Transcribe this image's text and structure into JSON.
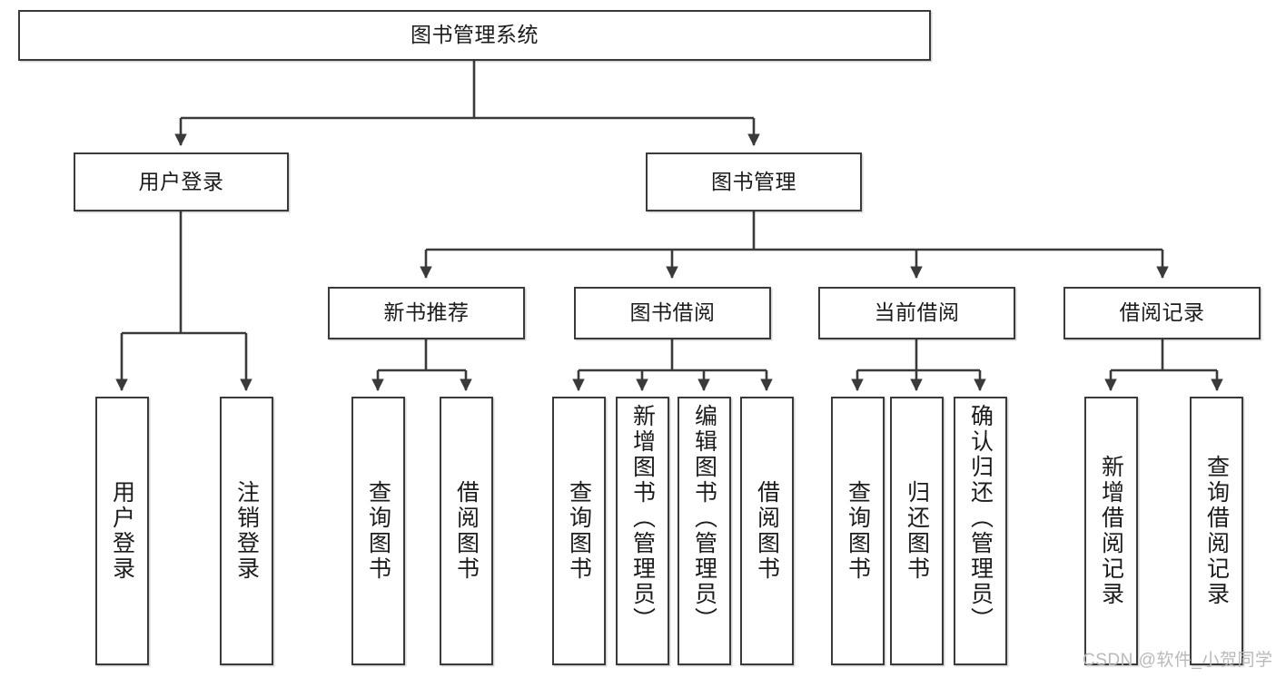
{
  "diagram": {
    "title": "图书管理系统",
    "type": "hierarchy-tree",
    "watermark": "CSDN @软件_小贺同学",
    "colors": {
      "stroke": "#3a3a3a",
      "fill": "#ffffff",
      "text": "#1b1b1b",
      "watermark": "#b9b9b9"
    },
    "nodes": {
      "root": {
        "label": "图书管理系统",
        "level": 1
      },
      "user_login": {
        "label": "用户登录",
        "level": 2
      },
      "book_manage": {
        "label": "图书管理",
        "level": 2
      },
      "new_book_rec": {
        "label": "新书推荐",
        "level": 3
      },
      "book_borrow": {
        "label": "图书借阅",
        "level": 3
      },
      "current_borrow": {
        "label": "当前借阅",
        "level": 3
      },
      "borrow_record": {
        "label": "借阅记录",
        "level": 3
      },
      "leaf_user_login": {
        "label": "用户登录",
        "level": 4,
        "parent": "用户登录"
      },
      "leaf_logout": {
        "label": "注销登录",
        "level": 4,
        "parent": "用户登录"
      },
      "leaf_query_book_1": {
        "label": "查询图书",
        "level": 4,
        "parent": "新书推荐"
      },
      "leaf_borrow_book_1": {
        "label": "借阅图书",
        "level": 4,
        "parent": "新书推荐"
      },
      "leaf_query_book_2": {
        "label": "查询图书",
        "level": 4,
        "parent": "图书借阅"
      },
      "leaf_add_book": {
        "label": "新增图书（管理员）",
        "level": 4,
        "parent": "图书借阅"
      },
      "leaf_edit_book": {
        "label": "编辑图书（管理员）",
        "level": 4,
        "parent": "图书借阅"
      },
      "leaf_borrow_book_2": {
        "label": "借阅图书",
        "level": 4,
        "parent": "图书借阅"
      },
      "leaf_query_book_3": {
        "label": "查询图书",
        "level": 4,
        "parent": "当前借阅"
      },
      "leaf_return_book": {
        "label": "归还图书",
        "level": 4,
        "parent": "当前借阅"
      },
      "leaf_confirm_return": {
        "label": "确认归还（管理员）",
        "level": 4,
        "parent": "当前借阅"
      },
      "leaf_add_record": {
        "label": "新增借阅记录",
        "level": 4,
        "parent": "借阅记录"
      },
      "leaf_query_record": {
        "label": "查询借阅记录",
        "level": 4,
        "parent": "借阅记录"
      }
    }
  }
}
